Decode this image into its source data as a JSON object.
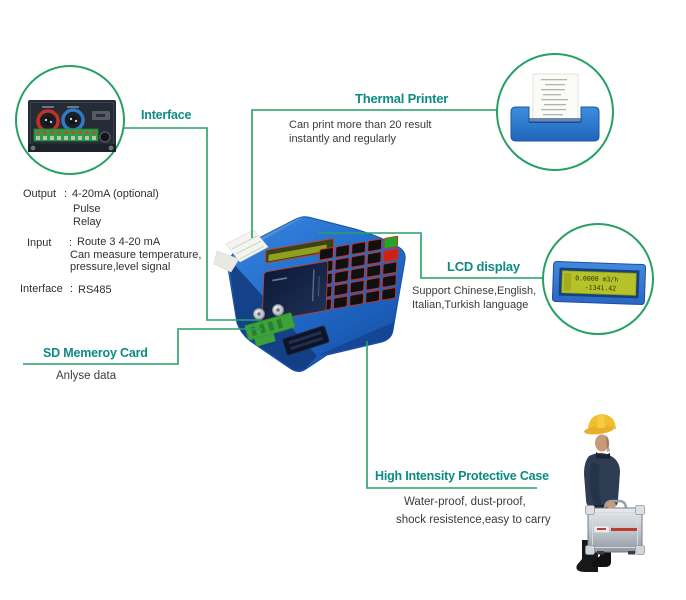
{
  "colors": {
    "line_green": "#27a065",
    "label_teal": "#0d8b83",
    "device_blue": "#2273cf",
    "text_dark": "#3b3b3b"
  },
  "callouts": {
    "interface": {
      "label": "Interface"
    },
    "thermal_printer": {
      "label": "Thermal Printer",
      "line1": "Can print more than 20 result",
      "line2": "instantly and regularly"
    },
    "lcd_display": {
      "label": "LCD display",
      "line1": "Support Chinese,English,",
      "line2": "Italian,Turkish language"
    },
    "sd_card": {
      "label": "SD Memeroy Card",
      "line1": "Anlyse data"
    },
    "protective_case": {
      "label": "High Intensity Protective Case",
      "line1": "Water-proof, dust-proof,",
      "line2": "shock resistence,easy to carry"
    }
  },
  "specs": {
    "output": {
      "label": "Output",
      "colon": ":",
      "value": "4-20mA  (optional)",
      "extra1": "Pulse",
      "extra2": "Relay"
    },
    "input": {
      "label": "Input",
      "colon": ":",
      "value": "Route 3  4-20 mA",
      "extra1": "Can measure temperature,",
      "extra2": "pressure,level signal"
    },
    "interface": {
      "label": "Interface",
      "colon": ":",
      "value": "RS485"
    }
  },
  "lcd_screen": {
    "line1": "0.0000 m3/h",
    "line2": "-1341.42"
  }
}
